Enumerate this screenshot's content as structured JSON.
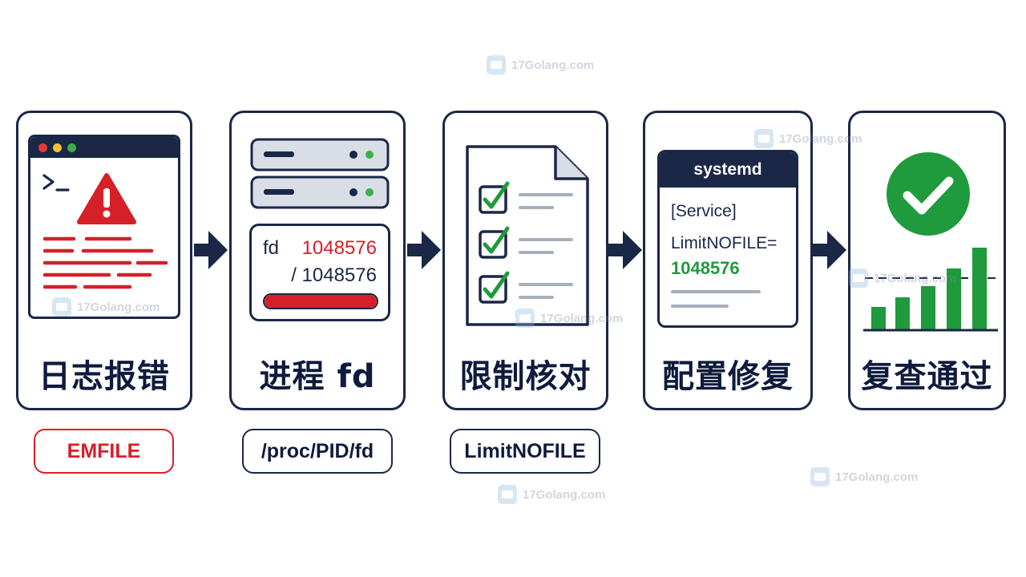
{
  "colors": {
    "navy": "#1a2747",
    "red": "#d62028",
    "green": "#1f9a3c",
    "gray": "#a7aebb",
    "server_fill": "#d9dde6"
  },
  "watermark": {
    "text": "17Golang.com"
  },
  "steps": [
    {
      "title": "日志报错",
      "tag": "EMFILE",
      "icons": [
        "terminal-window",
        "warning-triangle-icon",
        "prompt-icon"
      ]
    },
    {
      "title": "进程 fd",
      "tag": "/proc/PID/fd",
      "fd_label": "fd",
      "fd_used": "1048576",
      "fd_limit": "/ 1048576",
      "fd_usage_fraction": 1.0,
      "icons": [
        "server-icon"
      ]
    },
    {
      "title": "限制核对",
      "tag": "LimitNOFILE",
      "checklist_items_checked": 3,
      "icons": [
        "document-icon",
        "checkbox-checked-icon"
      ]
    },
    {
      "title": "配置修复",
      "config_header": "systemd",
      "config_section": "[Service]",
      "config_key": "LimitNOFILE=",
      "config_value": "1048576"
    },
    {
      "title": "复查通过",
      "icons": [
        "check-circle-icon",
        "bar-chart-icon"
      ]
    }
  ]
}
